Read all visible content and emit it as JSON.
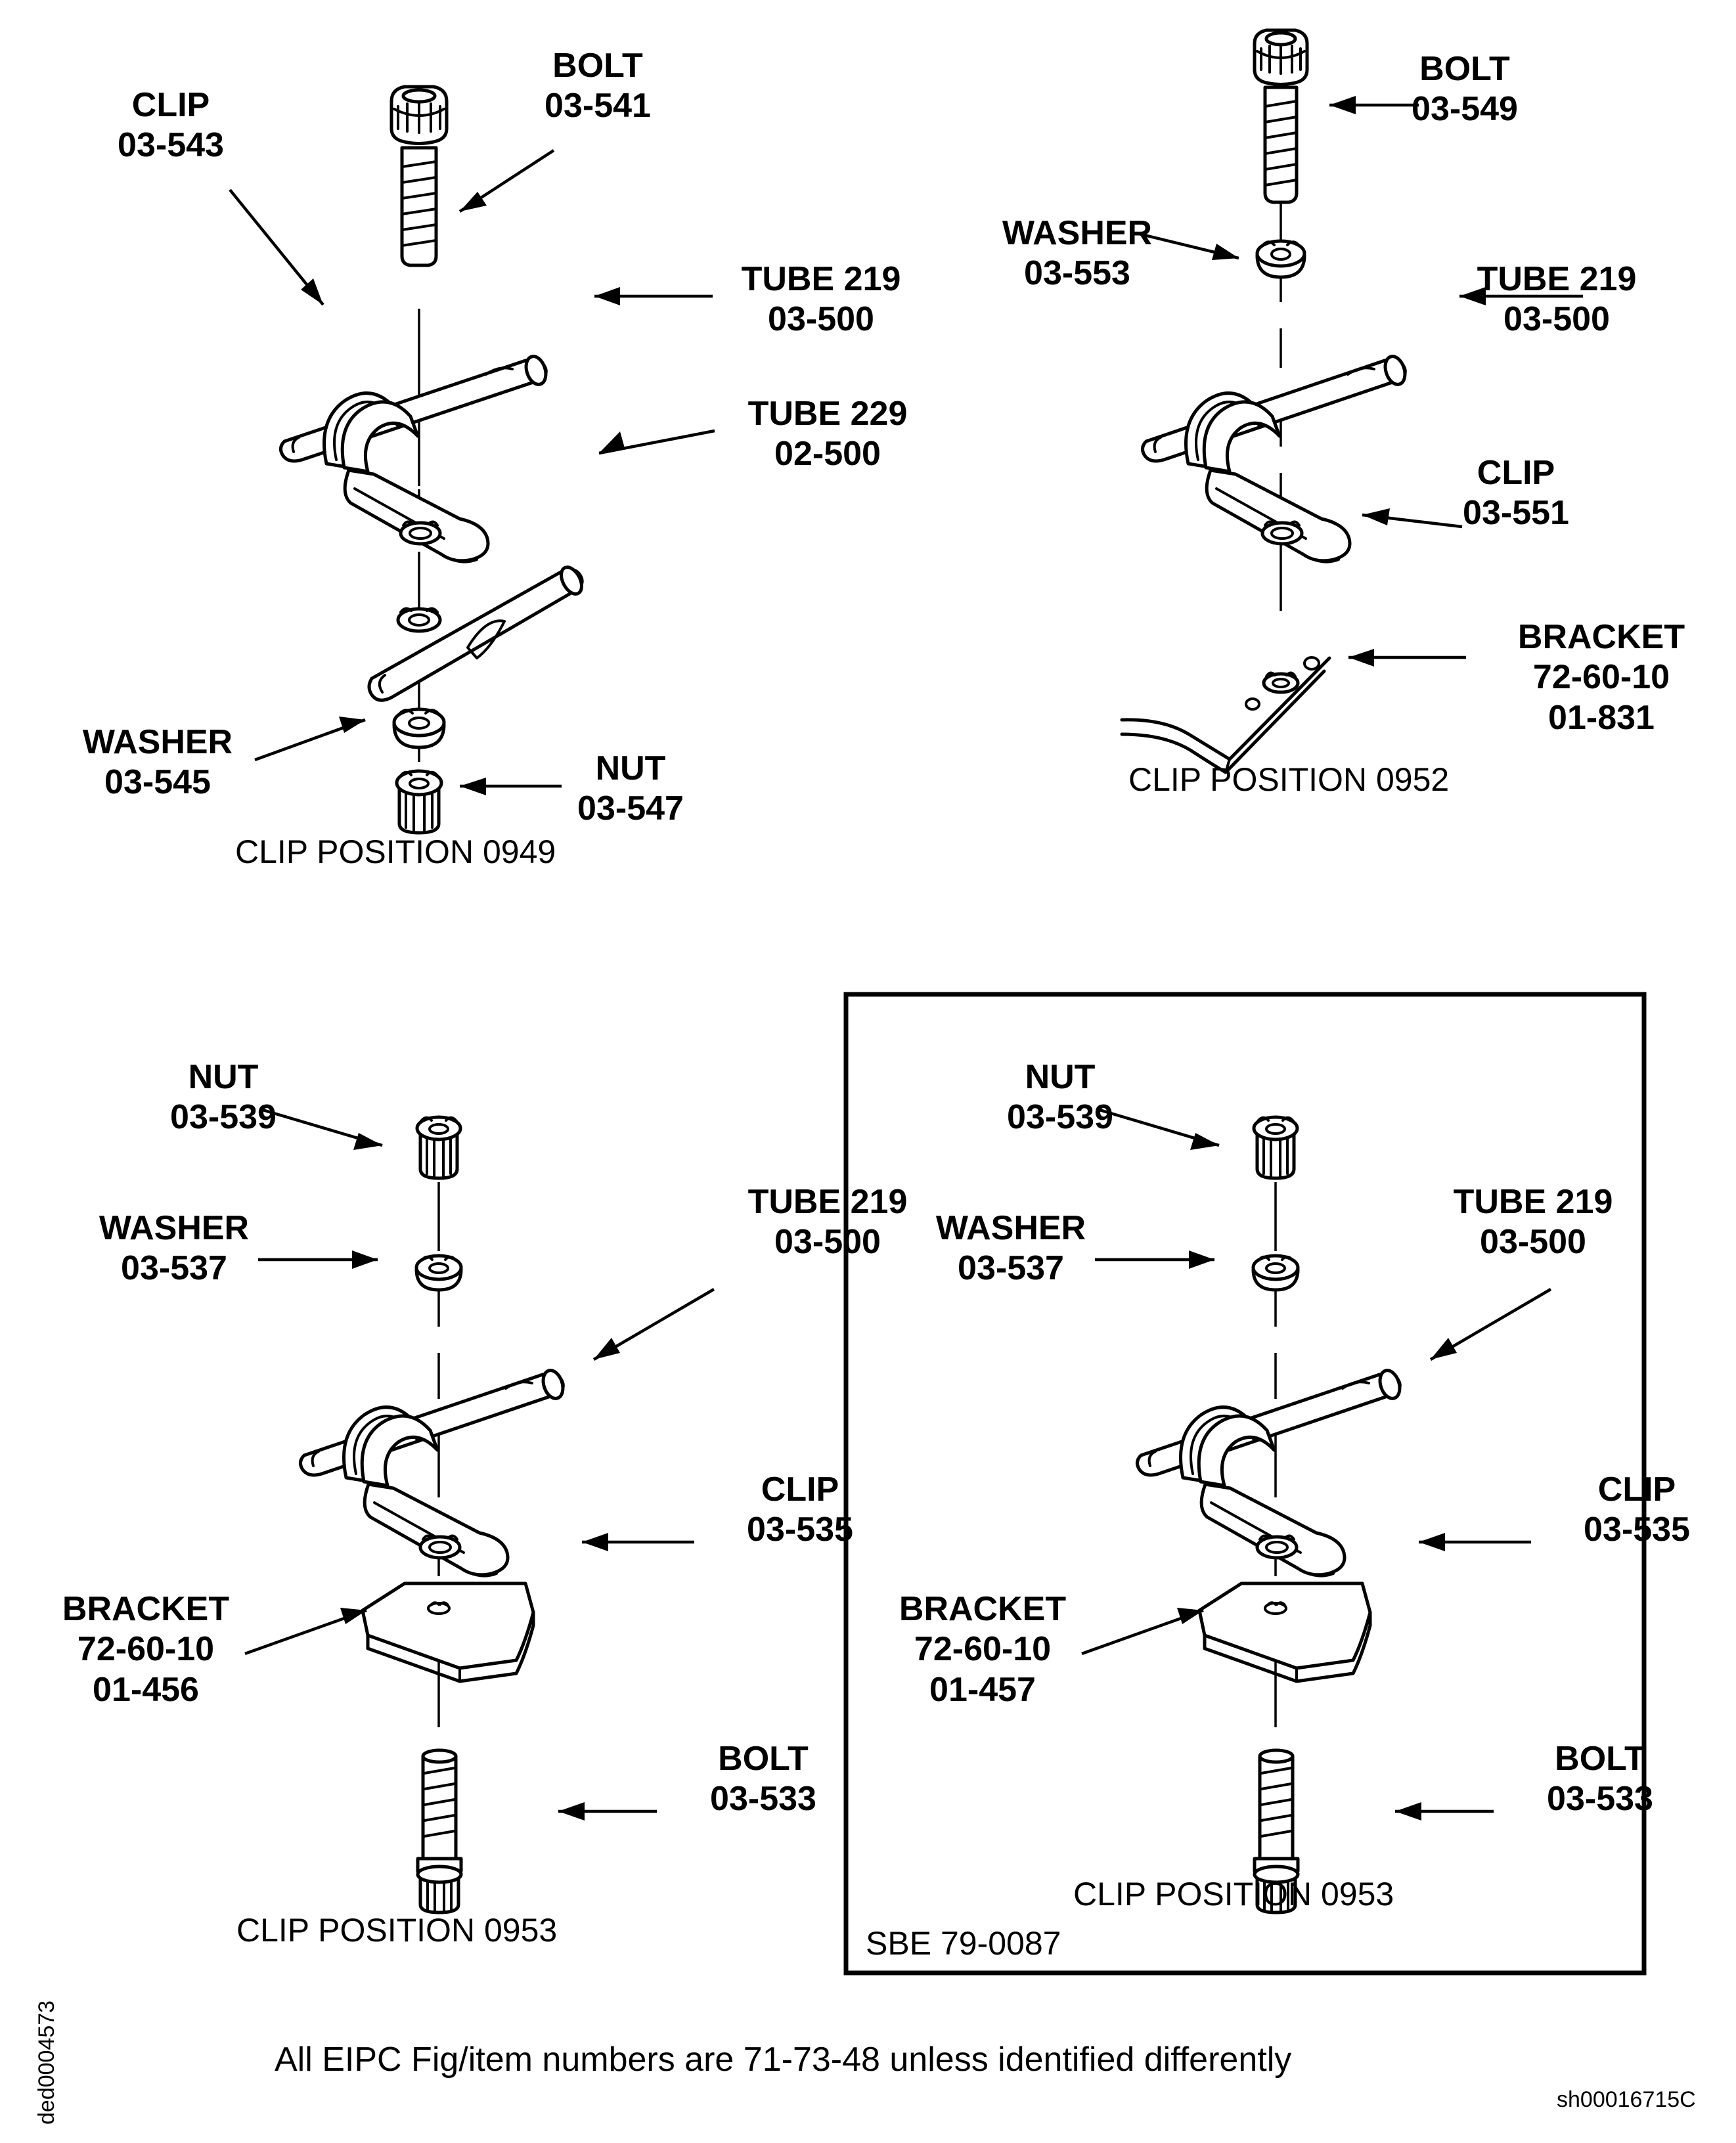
{
  "document": {
    "left_margin_code": "ded0004573",
    "bottom_right_code": "sh00016715C",
    "footnote": "All EIPC Fig/item numbers are 71-73-48 unless identified differently"
  },
  "figures": [
    {
      "id": "clip-position-0949",
      "caption": "CLIP POSITION 0949",
      "boxed": false,
      "callouts": [
        {
          "name": "bolt",
          "part": "BOLT",
          "number": "03-541"
        },
        {
          "name": "clip",
          "part": "CLIP",
          "number": "03-543"
        },
        {
          "name": "tube219",
          "part": "TUBE 219",
          "number": "03-500"
        },
        {
          "name": "tube229",
          "part": "TUBE 229",
          "number": "02-500"
        },
        {
          "name": "washer",
          "part": "WASHER",
          "number": "03-545"
        },
        {
          "name": "nut",
          "part": "NUT",
          "number": "03-547"
        }
      ]
    },
    {
      "id": "clip-position-0952",
      "caption": "CLIP POSITION 0952",
      "boxed": false,
      "callouts": [
        {
          "name": "bolt",
          "part": "BOLT",
          "number": "03-549"
        },
        {
          "name": "washer",
          "part": "WASHER",
          "number": "03-553"
        },
        {
          "name": "tube219",
          "part": "TUBE 219",
          "number": "03-500"
        },
        {
          "name": "clip",
          "part": "CLIP",
          "number": "03-551"
        },
        {
          "name": "bracket",
          "part": "BRACKET",
          "number": "72-60-10",
          "number2": "01-831"
        }
      ]
    },
    {
      "id": "clip-position-0953-left",
      "caption": "CLIP POSITION 0953",
      "boxed": false,
      "callouts": [
        {
          "name": "nut",
          "part": "NUT",
          "number": "03-539"
        },
        {
          "name": "washer",
          "part": "WASHER",
          "number": "03-537"
        },
        {
          "name": "tube219",
          "part": "TUBE 219",
          "number": "03-500"
        },
        {
          "name": "clip",
          "part": "CLIP",
          "number": "03-535"
        },
        {
          "name": "bracket",
          "part": "BRACKET",
          "number": "72-60-10",
          "number2": "01-456"
        },
        {
          "name": "bolt",
          "part": "BOLT",
          "number": "03-533"
        }
      ]
    },
    {
      "id": "clip-position-0953-boxed",
      "caption": "CLIP POSITION 0953",
      "boxed": true,
      "box_label": "SBE 79-0087",
      "callouts": [
        {
          "name": "nut",
          "part": "NUT",
          "number": "03-539"
        },
        {
          "name": "washer",
          "part": "WASHER",
          "number": "03-537"
        },
        {
          "name": "tube219",
          "part": "TUBE 219",
          "number": "03-500"
        },
        {
          "name": "clip",
          "part": "CLIP",
          "number": "03-535"
        },
        {
          "name": "bracket",
          "part": "BRACKET",
          "number": "72-60-10",
          "number2": "01-457"
        },
        {
          "name": "bolt",
          "part": "BOLT",
          "number": "03-533"
        }
      ]
    }
  ],
  "labels": {
    "fig1": {
      "bolt": "BOLT\n03-541",
      "clip": "CLIP\n03-543",
      "tube219": "TUBE 219\n03-500",
      "tube229": "TUBE 229\n02-500",
      "washer": "WASHER\n03-545",
      "nut": "NUT\n03-547",
      "caption": "CLIP POSITION 0949"
    },
    "fig2": {
      "bolt": "BOLT\n03-549",
      "washer": "WASHER\n03-553",
      "tube219": "TUBE 219\n03-500",
      "clip": "CLIP\n03-551",
      "bracket": "BRACKET\n72-60-10\n01-831",
      "caption": "CLIP POSITION 0952"
    },
    "fig3": {
      "nut": "NUT\n03-539",
      "washer": "WASHER\n03-537",
      "tube219": "TUBE 219\n03-500",
      "clip": "CLIP\n03-535",
      "bracket": "BRACKET\n72-60-10\n01-456",
      "bolt": "BOLT\n03-533",
      "caption": "CLIP POSITION 0953"
    },
    "fig4": {
      "nut": "NUT\n03-539",
      "washer": "WASHER\n03-537",
      "tube219": "TUBE 219\n03-500",
      "clip": "CLIP\n03-535",
      "bracket": "BRACKET\n72-60-10\n01-457",
      "bolt": "BOLT\n03-533",
      "caption": "CLIP POSITION 0953",
      "sbe": "SBE 79-0087"
    }
  }
}
